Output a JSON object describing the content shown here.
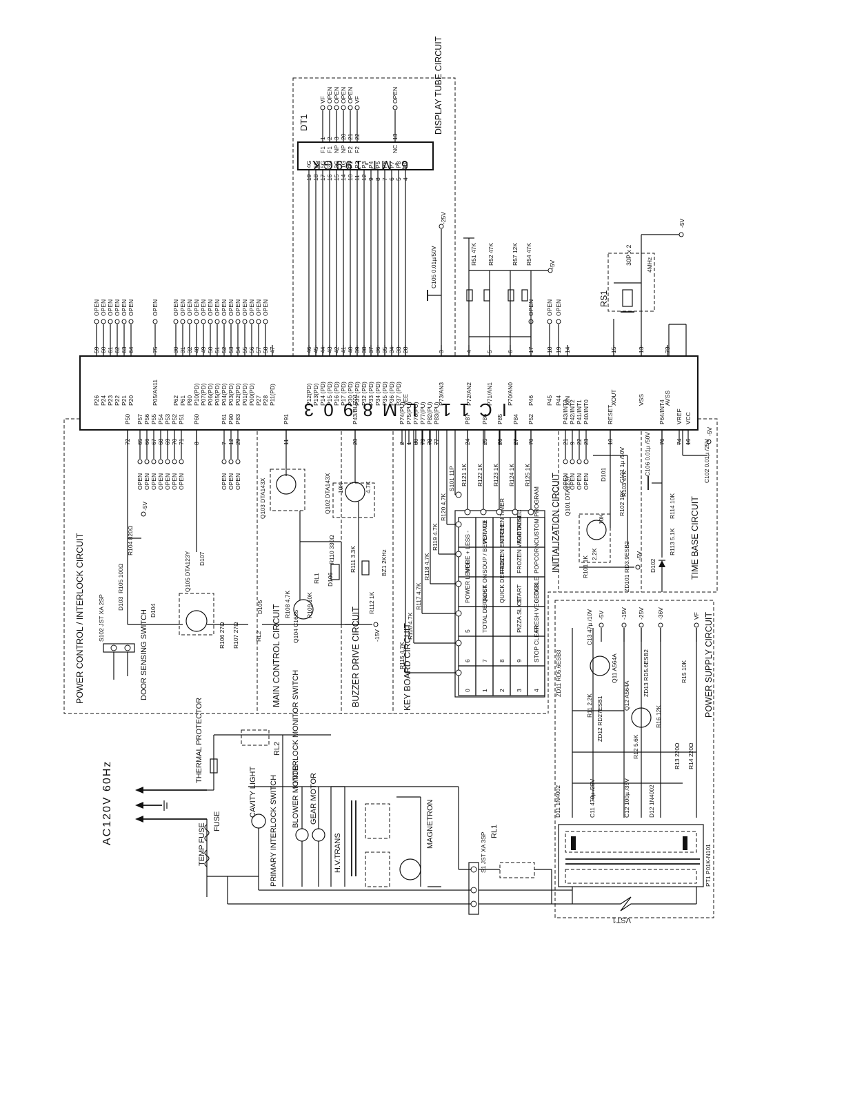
{
  "ic": {
    "name": "IC11  LM8903",
    "top_pins": [
      {
        "pin": "59",
        "name": "P26",
        "tag": "OPEN"
      },
      {
        "pin": "60",
        "name": "P24",
        "tag": "OPEN"
      },
      {
        "pin": "61",
        "name": "P23",
        "tag": "OPEN"
      },
      {
        "pin": "62",
        "name": "P22",
        "tag": "OPEN"
      },
      {
        "pin": "63",
        "name": "P21",
        "tag": "OPEN"
      },
      {
        "pin": "64",
        "name": "P20",
        "tag": "OPEN"
      },
      {
        "pin": "75",
        "name": "P05/AN11",
        "tag": "OPEN"
      },
      {
        "pin": "30",
        "name": "P62",
        "tag": "OPEN"
      },
      {
        "pin": "31",
        "name": "P61",
        "tag": "OPEN"
      },
      {
        "pin": "32",
        "name": "P80",
        "tag": "OPEN"
      },
      {
        "pin": "48",
        "name": "P10(PD)",
        "tag": "OPEN"
      },
      {
        "pin": "49",
        "name": "P07(PD)",
        "tag": "OPEN"
      },
      {
        "pin": "50",
        "name": "P06(PD)",
        "tag": "OPEN"
      },
      {
        "pin": "51",
        "name": "P05(PD)",
        "tag": "OPEN"
      },
      {
        "pin": "52",
        "name": "P04(PD)",
        "tag": "OPEN"
      },
      {
        "pin": "53",
        "name": "P03(PD)",
        "tag": "OPEN"
      },
      {
        "pin": "54",
        "name": "P02(PD)",
        "tag": "OPEN"
      },
      {
        "pin": "55",
        "name": "P01(PD)",
        "tag": "OPEN"
      },
      {
        "pin": "56",
        "name": "P00(PD)",
        "tag": "OPEN"
      },
      {
        "pin": "57",
        "name": "P27",
        "tag": "OPEN"
      },
      {
        "pin": "58",
        "name": "P28",
        "tag": "OPEN"
      },
      {
        "pin": "47",
        "name": "P11(PD)",
        "tag": ""
      },
      {
        "pin": "46",
        "name": "P12(PD)",
        "tag": ""
      },
      {
        "pin": "45",
        "name": "P13(PD)",
        "tag": ""
      },
      {
        "pin": "44",
        "name": "P14 (PD)",
        "tag": ""
      },
      {
        "pin": "43",
        "name": "P15 (PD)",
        "tag": ""
      },
      {
        "pin": "42",
        "name": "P16 (PD)",
        "tag": ""
      },
      {
        "pin": "41",
        "name": "P17 (PD)",
        "tag": ""
      },
      {
        "pin": "40",
        "name": "P30 (PD)",
        "tag": ""
      },
      {
        "pin": "39",
        "name": "P31 (PD)",
        "tag": ""
      },
      {
        "pin": "38",
        "name": "P32 (PD)",
        "tag": ""
      },
      {
        "pin": "37",
        "name": "P33 (PD)",
        "tag": ""
      },
      {
        "pin": "36",
        "name": "P34 (PD)",
        "tag": ""
      },
      {
        "pin": "35",
        "name": "P35 (PD)",
        "tag": ""
      },
      {
        "pin": "34",
        "name": "P36 (PD)",
        "tag": ""
      },
      {
        "pin": "33",
        "name": "P37 (PD)",
        "tag": ""
      },
      {
        "pin": "28",
        "name": "VEE",
        "tag": ""
      },
      {
        "pin": "3",
        "name": "P73/AN3",
        "tag": ""
      },
      {
        "pin": "4",
        "name": "P72/AN2",
        "tag": ""
      },
      {
        "pin": "5",
        "name": "P71/AN1",
        "tag": ""
      },
      {
        "pin": "6",
        "name": "P70/AN0",
        "tag": ""
      },
      {
        "pin": "17",
        "name": "P46",
        "tag": "OPEN"
      },
      {
        "pin": "18",
        "name": "P45",
        "tag": "OPEN"
      },
      {
        "pin": "19",
        "name": "P44",
        "tag": "OPEN"
      },
      {
        "pin": "14",
        "name": "XIN",
        "tag": ""
      },
      {
        "pin": "15",
        "name": "XOUT",
        "tag": ""
      },
      {
        "pin": "13",
        "name": "VSS",
        "tag": ""
      },
      {
        "pin": "73",
        "name": "AVSS",
        "tag": ""
      }
    ],
    "bottom_pins": [
      {
        "pin": "72",
        "name": "P50",
        "tag": ""
      },
      {
        "pin": "65",
        "name": "P57",
        "tag": "OPEN"
      },
      {
        "pin": "66",
        "name": "P56",
        "tag": "OPEN"
      },
      {
        "pin": "67",
        "name": "P55",
        "tag": "OPEN"
      },
      {
        "pin": "68",
        "name": "P54",
        "tag": "OPEN"
      },
      {
        "pin": "69",
        "name": "P53",
        "tag": "OPEN"
      },
      {
        "pin": "70",
        "name": "P52",
        "tag": "OPEN"
      },
      {
        "pin": "71",
        "name": "P51",
        "tag": "OPEN"
      },
      {
        "pin": "8",
        "name": "P60",
        "tag": ""
      },
      {
        "pin": "7",
        "name": "P61",
        "tag": "OPEN"
      },
      {
        "pin": "12",
        "name": "P90",
        "tag": "OPEN"
      },
      {
        "pin": "29",
        "name": "P83",
        "tag": "OPEN"
      },
      {
        "pin": "11",
        "name": "P91",
        "tag": ""
      },
      {
        "pin": "20",
        "name": "P43/BUZ01",
        "tag": ""
      },
      {
        "pin": "2",
        "name": "P74(PU)",
        "tag": ""
      },
      {
        "pin": "1",
        "name": "P75(PU)",
        "tag": ""
      },
      {
        "pin": "80",
        "name": "P76(PU)",
        "tag": ""
      },
      {
        "pin": "79",
        "name": "P77(PU)",
        "tag": ""
      },
      {
        "pin": "78",
        "name": "P82(PU)",
        "tag": ""
      },
      {
        "pin": "77",
        "name": "P83(PU)",
        "tag": ""
      },
      {
        "pin": "24",
        "name": "P87",
        "tag": ""
      },
      {
        "pin": "25",
        "name": "P86",
        "tag": ""
      },
      {
        "pin": "26",
        "name": "P85",
        "tag": ""
      },
      {
        "pin": "27",
        "name": "P84",
        "tag": ""
      },
      {
        "pin": "70",
        "name": "P52",
        "tag": ""
      },
      {
        "pin": "21",
        "name": "P43/INT3",
        "tag": "OPEN"
      },
      {
        "pin": "9",
        "name": "P42/INT2",
        "tag": "OPEN"
      },
      {
        "pin": "22",
        "name": "P41/INT1",
        "tag": "OPEN"
      },
      {
        "pin": "23",
        "name": "P40/INT0",
        "tag": "OPEN"
      },
      {
        "pin": "10",
        "name": "RESET",
        "tag": ""
      },
      {
        "pin": "76",
        "name": "P64/INT4",
        "tag": ""
      },
      {
        "pin": "74",
        "name": "VREF",
        "tag": ""
      },
      {
        "pin": "16",
        "name": "VCC",
        "tag": ""
      }
    ]
  },
  "display": {
    "ref": "DT1",
    "part": "6-MT-199GK",
    "title": "DISPLAY TUBE CIRCUIT",
    "pins": [
      {
        "pin": "19",
        "name": "4G"
      },
      {
        "pin": "18",
        "name": "6G"
      },
      {
        "pin": "17",
        "name": "5G"
      },
      {
        "pin": "16",
        "name": "3G"
      },
      {
        "pin": "15",
        "name": "2G"
      },
      {
        "pin": "14",
        "name": "1G"
      },
      {
        "pin": "10",
        "name": "P1"
      },
      {
        "pin": "11",
        "name": "P2"
      },
      {
        "pin": "12",
        "name": "P3"
      },
      {
        "pin": "9",
        "name": "P4"
      },
      {
        "pin": "8",
        "name": "P5"
      },
      {
        "pin": "7",
        "name": "P6"
      },
      {
        "pin": "6",
        "name": "P7"
      },
      {
        "pin": "5",
        "name": "P8"
      },
      {
        "pin": "4",
        "name": "P9"
      }
    ],
    "right_pins": [
      {
        "pin": "1",
        "name": "F1",
        "tag": "VF"
      },
      {
        "pin": "2",
        "name": "F1",
        "tag": "OPEN"
      },
      {
        "pin": "3",
        "name": "NP",
        "tag": "OPEN"
      },
      {
        "pin": "20",
        "name": "NP",
        "tag": "OPEN"
      },
      {
        "pin": "21",
        "name": "F2",
        "tag": "OPEN"
      },
      {
        "pin": "22",
        "name": "F2",
        "tag": "VF"
      },
      {
        "pin": "13",
        "name": "NC",
        "tag": "OPEN"
      }
    ],
    "vee_cap": "C105 0.01µ/50V",
    "vee_rail": "-25V"
  },
  "analog": {
    "resistors": [
      "R51 47K",
      "R52 47K",
      "R57 12K",
      "R54 47K"
    ],
    "rail": "-5V"
  },
  "timebase": {
    "ref": "RS1",
    "caps": "30P x 2",
    "freq": "4MHz",
    "rail": "-5V",
    "title": "TIME BASE CIRCUIT",
    "c107": "C107 0.01µ /25V",
    "c106": "C106 0.01µ /50V",
    "r114": "R114 10K",
    "r113": "R113 5.1K",
    "d102": "D102",
    "c102": "C102 0.01µ /25V"
  },
  "init": {
    "title": "INITIALIZATION CIRCUIT",
    "q101": "Q101 DTA123Y",
    "c101": "C101 1µ /50V",
    "r103": "R103 47K",
    "r102": "R102 10K",
    "d101": "D101",
    "zd101": "ZD101 RD3.9ESB2",
    "r101": "R101 1K",
    "r10k": "10K",
    "r22k": "2.2K",
    "rail": "-5V"
  },
  "keyboard": {
    "title": "KEY BOARD CIRCUIT",
    "resistors": [
      "R115 4.7K",
      "R116 4.7K",
      "R117 4.7K",
      "R118 4.7K",
      "R119 4.7K",
      "R120 4.7K",
      "S101 11P"
    ],
    "series": [
      "R121 1K",
      "R122 1K",
      "R123 1K",
      "R124 1K",
      "R125 1K"
    ],
    "rows": [
      [
        "0",
        "1",
        "2",
        "3",
        "4"
      ],
      [
        "6",
        "7",
        "8",
        "9",
        "STOP CLEAR"
      ],
      [
        "5",
        "TOTAL DEFROST",
        "",
        "PIZZA SLICE",
        "FRESH VEGETABLE"
      ],
      [
        "POWER LEVEL",
        "QUICK ON",
        "QUICK DEFROST",
        "START",
        "CLOCK"
      ],
      [
        "MORE + LESS -",
        "SOUP / BEVERAGE",
        "FROZEN ENTREE",
        "FROZEN VEGETABLE",
        "POPCORN"
      ],
      [
        "",
        "POTATO",
        "KITCHEN TIMER",
        "ADD 30 SEC",
        "CUSTOM PROGRAM"
      ]
    ]
  },
  "buzzer": {
    "title": "BUZZER DRIVE CIRCUIT",
    "q102": "Q102 DTA143X",
    "r111": "R111 3.3K",
    "r112": "R112 1K",
    "bz1": "BZ1 2KHz",
    "r10k": "10K",
    "r47k": "4.7K",
    "rail": "-15V"
  },
  "main": {
    "title": "MAIN CONTROL CIRCUIT",
    "q103": "Q103 DTA143X",
    "q104": "Q104 C1685",
    "r108": "R108 4.7K",
    "r109": "R109 10K",
    "r110": "R110 330Ω",
    "rl1": "RL1",
    "d106": "D106",
    "d105": "D105",
    "rl2": "RL2"
  },
  "power_control": {
    "title": "POWER CONTROL / INTERLOCK CIRCUIT",
    "q105": "Q105 DTA123Y",
    "r104": "R104 820Ω",
    "r105": "R105 100Ω",
    "d103": "D103",
    "d104": "D104",
    "d107": "D107",
    "r106": "R106 27Ω",
    "r107": "R107 27Ω",
    "s102": "S102 JST XA 2SP",
    "door": "DOOR SENSING SWITCH",
    "rail": "-5V"
  },
  "power_supply": {
    "title": "POWER SUPPLY CIRCUIT",
    "rails": [
      "-5V",
      "-15V",
      "-25V",
      "-36V",
      "VF"
    ],
    "zd11": "ZD11 RD5.6ESB3",
    "q11": "Q11 A564A",
    "q12": "Q12 A564A",
    "c13": "C13 47µ /10V",
    "r11": "R11 2.2K",
    "zd12": "ZD12 RD27ESB1",
    "zd13": "ZD13 RD5.6ESB2",
    "r16": "R16 12K",
    "r12": "R12 5.6K",
    "r15": "R15 10K",
    "r13": "R13 220Ω",
    "r14": "R14 220Ω",
    "d11": "D11 1N4002",
    "c11": "C11 470µ /25V",
    "c12": "C12 100µ /35V",
    "d12": "D12 1N4002",
    "pt1": "PT1 P01K-N101",
    "vst1": "VST1"
  },
  "mains": {
    "supply": "AC120V 60Hz",
    "thermal": "THERMAL PROTECTOR",
    "fuse": "FUSE",
    "temp_fuse": "TEMP FUSE",
    "cavity": "CAVITY LIGHT",
    "primary": "PRIMARY INTERLOCK SWITCH",
    "interlock_monitor": "INTERLOCK MONITOR SWITCH",
    "blower": "BLOWER MOTOR",
    "gear": "GEAR MOTOR",
    "hv": "H.V.TRANS",
    "magnetron": "MAGNETRON",
    "rl1": "RL1",
    "rl2": "RL2",
    "s1": "S1 JST XA 3SP"
  }
}
